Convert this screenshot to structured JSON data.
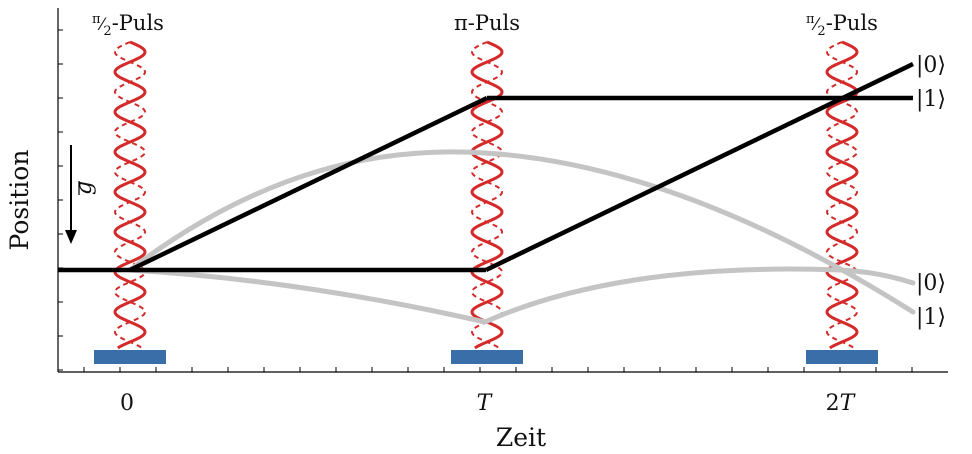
{
  "diagram": {
    "xlabel": "Zeit",
    "ylabel": "Position",
    "x_ticks": [
      {
        "label": "0"
      },
      {
        "label": "T",
        "italic": true
      },
      {
        "label": "2T",
        "italic_part": "T",
        "prefix": "2"
      }
    ],
    "pulses": [
      {
        "label": "π⁄2-Puls",
        "display": "ᴨ⁄₂-Puls",
        "sup": "π",
        "sub": "2",
        "suffix": "-Puls"
      },
      {
        "label": "π-Puls",
        "display": "π-Puls"
      },
      {
        "label": "π⁄2-Puls",
        "display": "ᴨ⁄₂-Puls",
        "sup": "π",
        "sub": "2",
        "suffix": "-Puls"
      }
    ],
    "gravity_label": "g",
    "state_labels_upper": [
      "|0⟩",
      "|1⟩"
    ],
    "state_labels_lower": [
      "|0⟩",
      "|1⟩"
    ],
    "colors": {
      "laser_helix": "#d42a2a",
      "path_main": "#000000",
      "path_alt": "#c4c4c4",
      "mirror": "#3a6ea8",
      "axis": "#000000"
    }
  }
}
